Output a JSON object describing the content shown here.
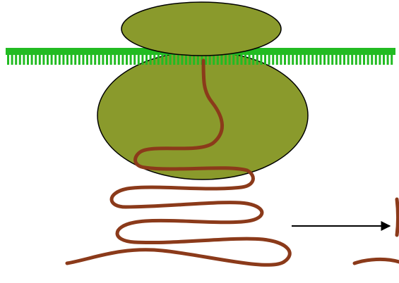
{
  "diagram": {
    "colors": {
      "background": "#ffffff",
      "ribosome_fill": "#8a9a2c",
      "ribosome_stroke": "#000000",
      "mrna": "#22bb22",
      "peptide": "#8b3a1a",
      "arrow": "#000000"
    },
    "elements": [
      "ribosome-small-subunit",
      "ribosome-large-subunit",
      "mrna-strand",
      "nascent-peptide-chain",
      "process-arrow",
      "partial-peptide-fragment"
    ]
  }
}
